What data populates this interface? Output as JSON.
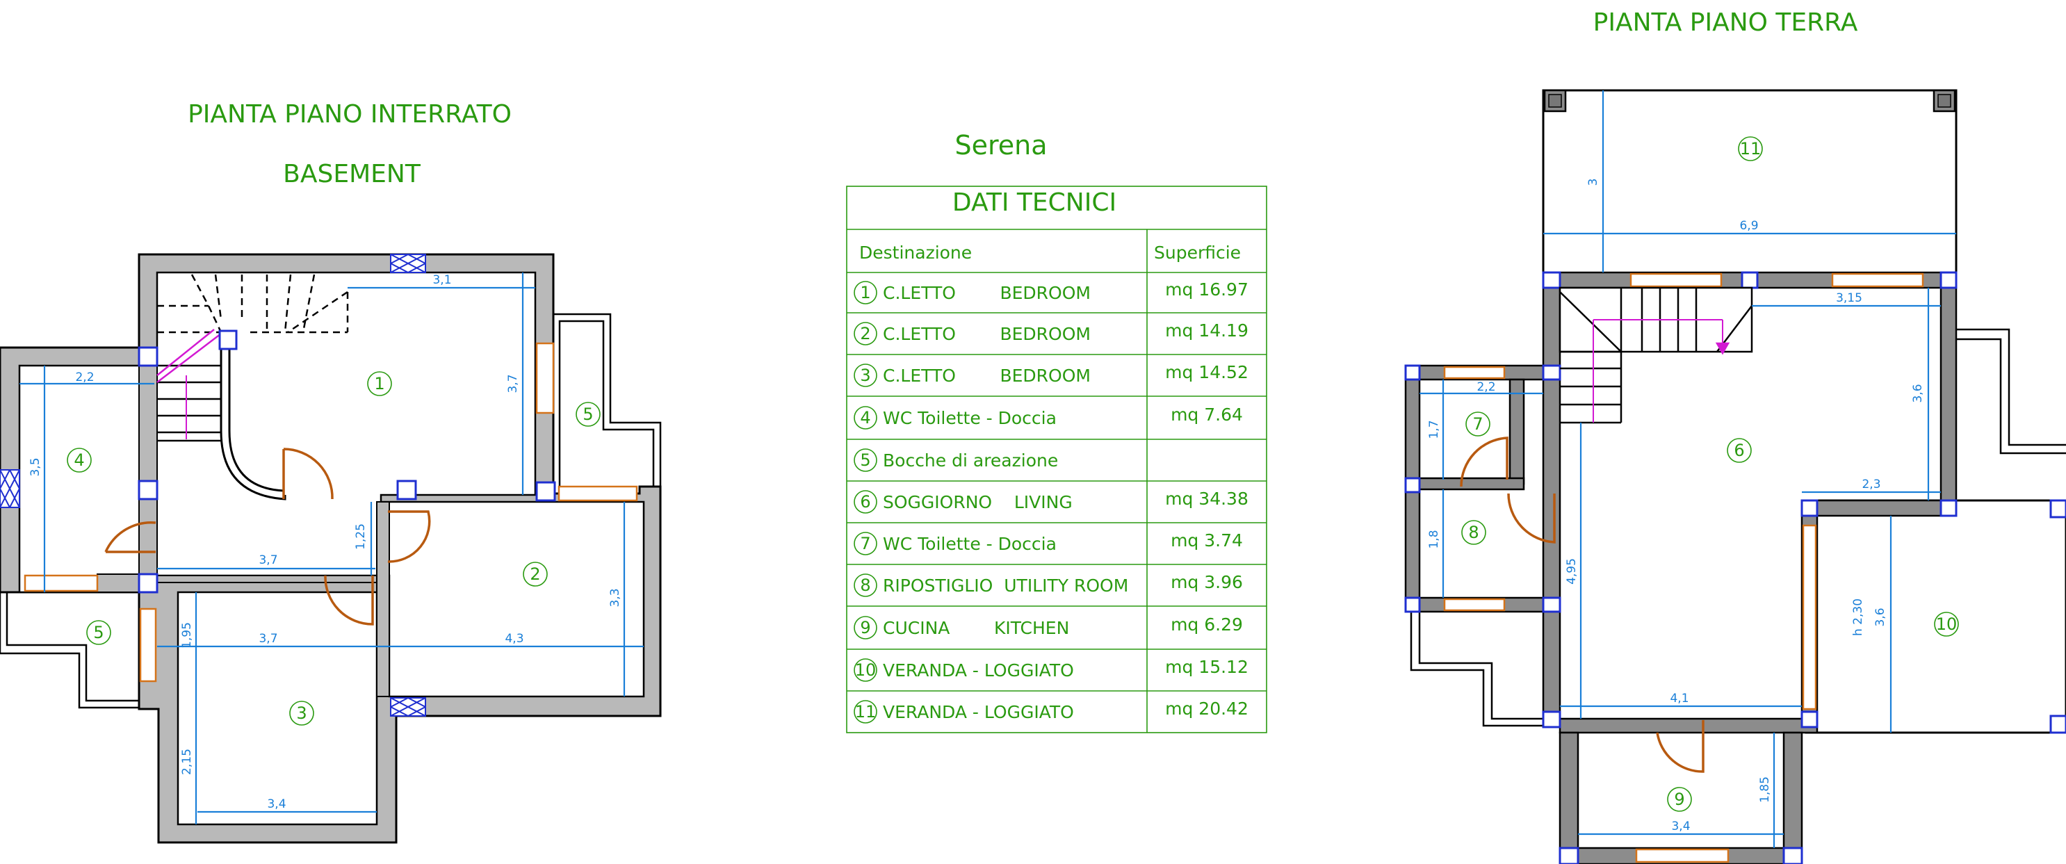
{
  "titles": {
    "basement_it": "PIANTA PIANO INTERRATO",
    "basement_en": "BASEMENT",
    "ground": "PIANTA PIANO TERRA",
    "project": "Serena",
    "table_title": "DATI TECNICI"
  },
  "table": {
    "header_dest": "Destinazione",
    "header_sup": "Superficie",
    "rows": [
      {
        "n": "1",
        "label": "C.LETTO        BEDROOM",
        "area": "mq 16.97"
      },
      {
        "n": "2",
        "label": "C.LETTO        BEDROOM",
        "area": "mq 14.19"
      },
      {
        "n": "3",
        "label": "C.LETTO        BEDROOM",
        "area": "mq 14.52"
      },
      {
        "n": "4",
        "label": "WC Toilette - Doccia",
        "area": "mq 7.64"
      },
      {
        "n": "5",
        "label": "Bocche di areazione",
        "area": ""
      },
      {
        "n": "6",
        "label": "SOGGIORNO    LIVING",
        "area": "mq 34.38"
      },
      {
        "n": "7",
        "label": "WC Toilette - Doccia",
        "area": "mq 3.74"
      },
      {
        "n": "8",
        "label": "RIPOSTIGLIO  UTILITY ROOM",
        "area": "mq 3.96"
      },
      {
        "n": "9",
        "label": "CUCINA        KITCHEN",
        "area": "mq 6.29"
      },
      {
        "n": "10",
        "label": "VERANDA - LOGGIATO",
        "area": "mq 15.12"
      },
      {
        "n": "11",
        "label": "VERANDA - LOGGIATO",
        "area": "mq 20.42"
      }
    ]
  },
  "basement": {
    "room_labels": [
      "1",
      "2",
      "3",
      "4",
      "5",
      "5"
    ],
    "dims": [
      "3,1",
      "3,7",
      "2,2",
      "3,5",
      "3,7",
      "1,25",
      "3,3",
      "1,95",
      "3,7",
      "4,3",
      "2,15",
      "3,4"
    ]
  },
  "ground": {
    "room_labels": [
      "11",
      "6",
      "7",
      "8",
      "9",
      "10"
    ],
    "dims": [
      "3",
      "6,9",
      "3,15",
      "3,6",
      "2,2",
      "1,7",
      "1,8",
      "4,95",
      "2,3",
      "h 2,30",
      "3,6",
      "4,1",
      "1,85",
      "3,4"
    ]
  },
  "colors": {
    "text_green": "#2a9a10",
    "dimension_blue": "#1a7fd8",
    "wall_gray": "#b9b9b9",
    "dark_wall": "#8c8c8c",
    "column_blue": "#1f2fd0",
    "window_orange": "#d4731a",
    "door_brown": "#b85a10"
  }
}
